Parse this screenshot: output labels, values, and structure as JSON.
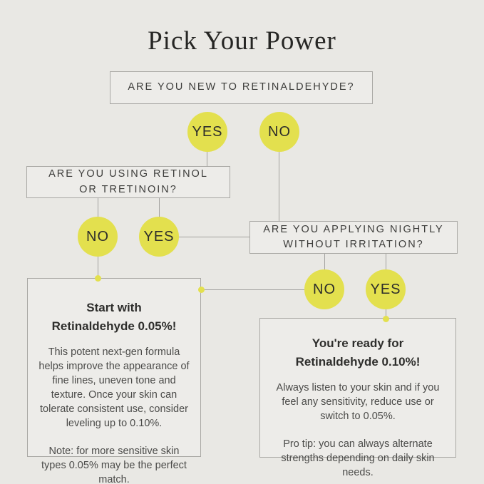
{
  "title": "Pick Your Power",
  "colors": {
    "background": "#e9e8e4",
    "box_fill": "#edece9",
    "box_border": "#a9a8a4",
    "circle_yellow": "#e3e04e",
    "connector_line": "#a3a29f",
    "text_dark": "#2e2e2c",
    "text_body": "#4b4b49"
  },
  "flow": {
    "q_new": "ARE YOU NEW TO RETINALDEHYDE?",
    "q_retinol": "ARE YOU USING RETINOL\nOR TRETINOIN?",
    "q_nightly": "ARE YOU APPLYING NIGHTLY\nWITHOUT IRRITATION?",
    "yes": "YES",
    "no": "NO"
  },
  "results": {
    "left": {
      "heading": "Start with\nRetinaldehyde 0.05%!",
      "body": "This potent next-gen formula helps improve the appearance of fine lines, uneven tone and texture. Once your skin can tolerate consistent use, consider leveling up to 0.10%.",
      "note": "Note: for more sensitive skin types 0.05% may be the perfect match."
    },
    "right": {
      "heading": "You're ready for\nRetinaldehyde 0.10%!",
      "body": "Always listen to your skin and if you feel any sensitivity, reduce use or switch to 0.05%.",
      "note": "Pro tip: you can always alternate strengths depending on daily skin needs."
    }
  }
}
